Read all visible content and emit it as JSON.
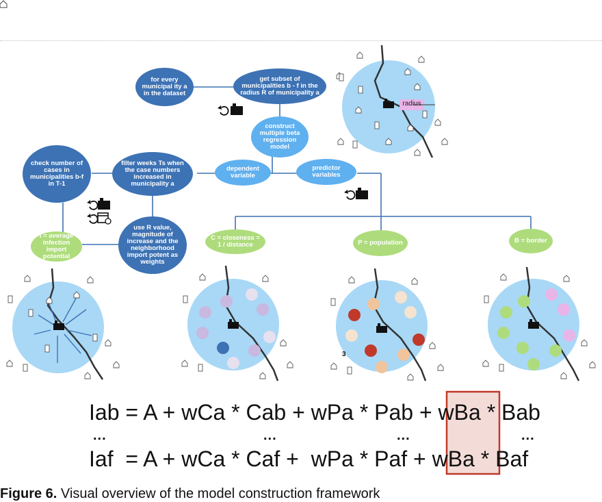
{
  "nodes": {
    "for_every": "for every municipal ity a in the dataset",
    "get_subset": "get subset of municipalities b - f in the radius R of municipality a",
    "construct": "construct multiple beta regression model",
    "dependent": "dependent variable",
    "predictor": "predictor variables",
    "filter_weeks": "filter weeks Ts when the case numbers increased in municipality a",
    "check_cases": "check number of cases in municipalities b-f in T-1",
    "use_r": "use R value, magnitude of increase and the neighborhood import potent as weights",
    "import_potential": "I = average infection import potential",
    "closeness": "C = closeness = 1 / distance",
    "population": "P = population",
    "border": "B = border"
  },
  "radius_label": "radius",
  "population_marker": "3",
  "equations": {
    "line1": "Iab = A + wCa * Cab + wPa * Pab + wBa * Bab",
    "line2": "Iaf  = A + wCa * Caf +  wPa * Paf + wBa * Baf",
    "dots": "..."
  },
  "caption": {
    "label": "Figure 6.",
    "text": "Visual overview of the model construction framework"
  },
  "colors": {
    "dark_node": "#3d72b4",
    "mid_node": "#5fb0ef",
    "green_node": "#aedc7c",
    "region": "#a8d8f6",
    "highlight_box": "#f3dcd8",
    "highlight_border": "#c0392b"
  },
  "icons": [
    "refresh-icon",
    "buildings-icon",
    "calendar-clock-icon",
    "house-icon",
    "city-icon",
    "river-line"
  ]
}
